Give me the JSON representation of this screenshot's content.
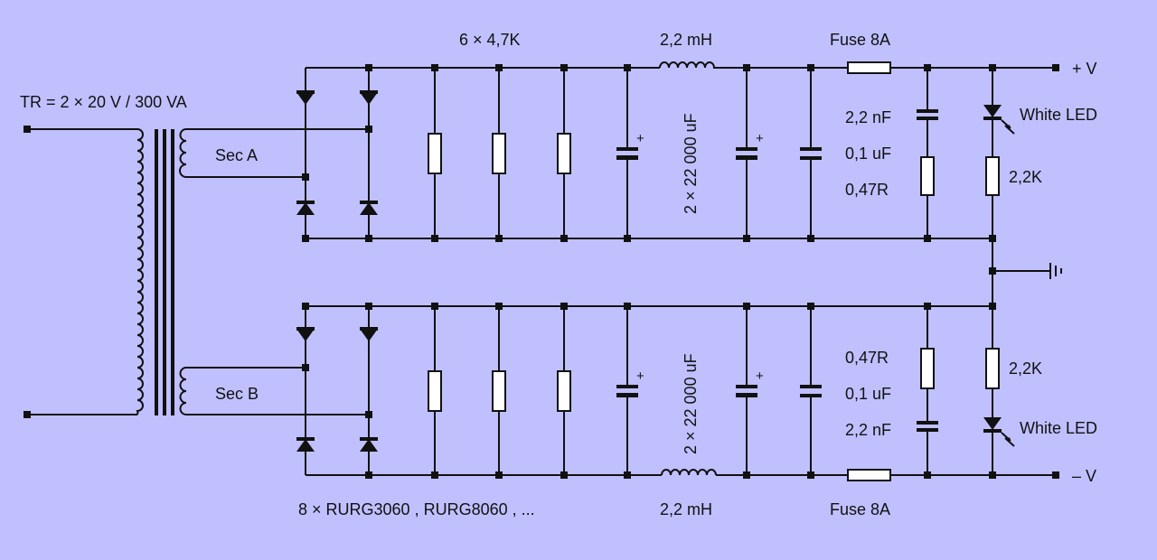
{
  "diagram": {
    "colors": {
      "background": "#c0c0ff",
      "wire": "#111111",
      "component_fill": "#ffffff"
    },
    "transformer_label": "TR = 2 × 20 V / 300 VA",
    "sec_a": "Sec  A",
    "sec_b": "Sec  B",
    "resistors_label": "6 × 4,7K",
    "inductor_top": "2,2 mH",
    "inductor_bottom": "2,2 mH",
    "caps_label_top": "2 × 22 000 uF",
    "caps_label_bottom": "2 × 22 000 uF",
    "fuse_top": "Fuse 8A",
    "fuse_bottom": "Fuse 8A",
    "diodes_label": "8 × RURG3060 , RURG8060 , ...",
    "top_values": [
      "2,2 nF",
      "0,1 uF",
      "0,47R"
    ],
    "bottom_values": [
      "0,47R",
      "0,1 uF",
      "2,2 nF"
    ],
    "led_top": "White LED",
    "led_bottom": "White LED",
    "led_resistor_top": "2,2K",
    "led_resistor_bottom": "2,2K",
    "out_pos": "+ V",
    "out_neg": "– V",
    "plus_sign": "+"
  }
}
